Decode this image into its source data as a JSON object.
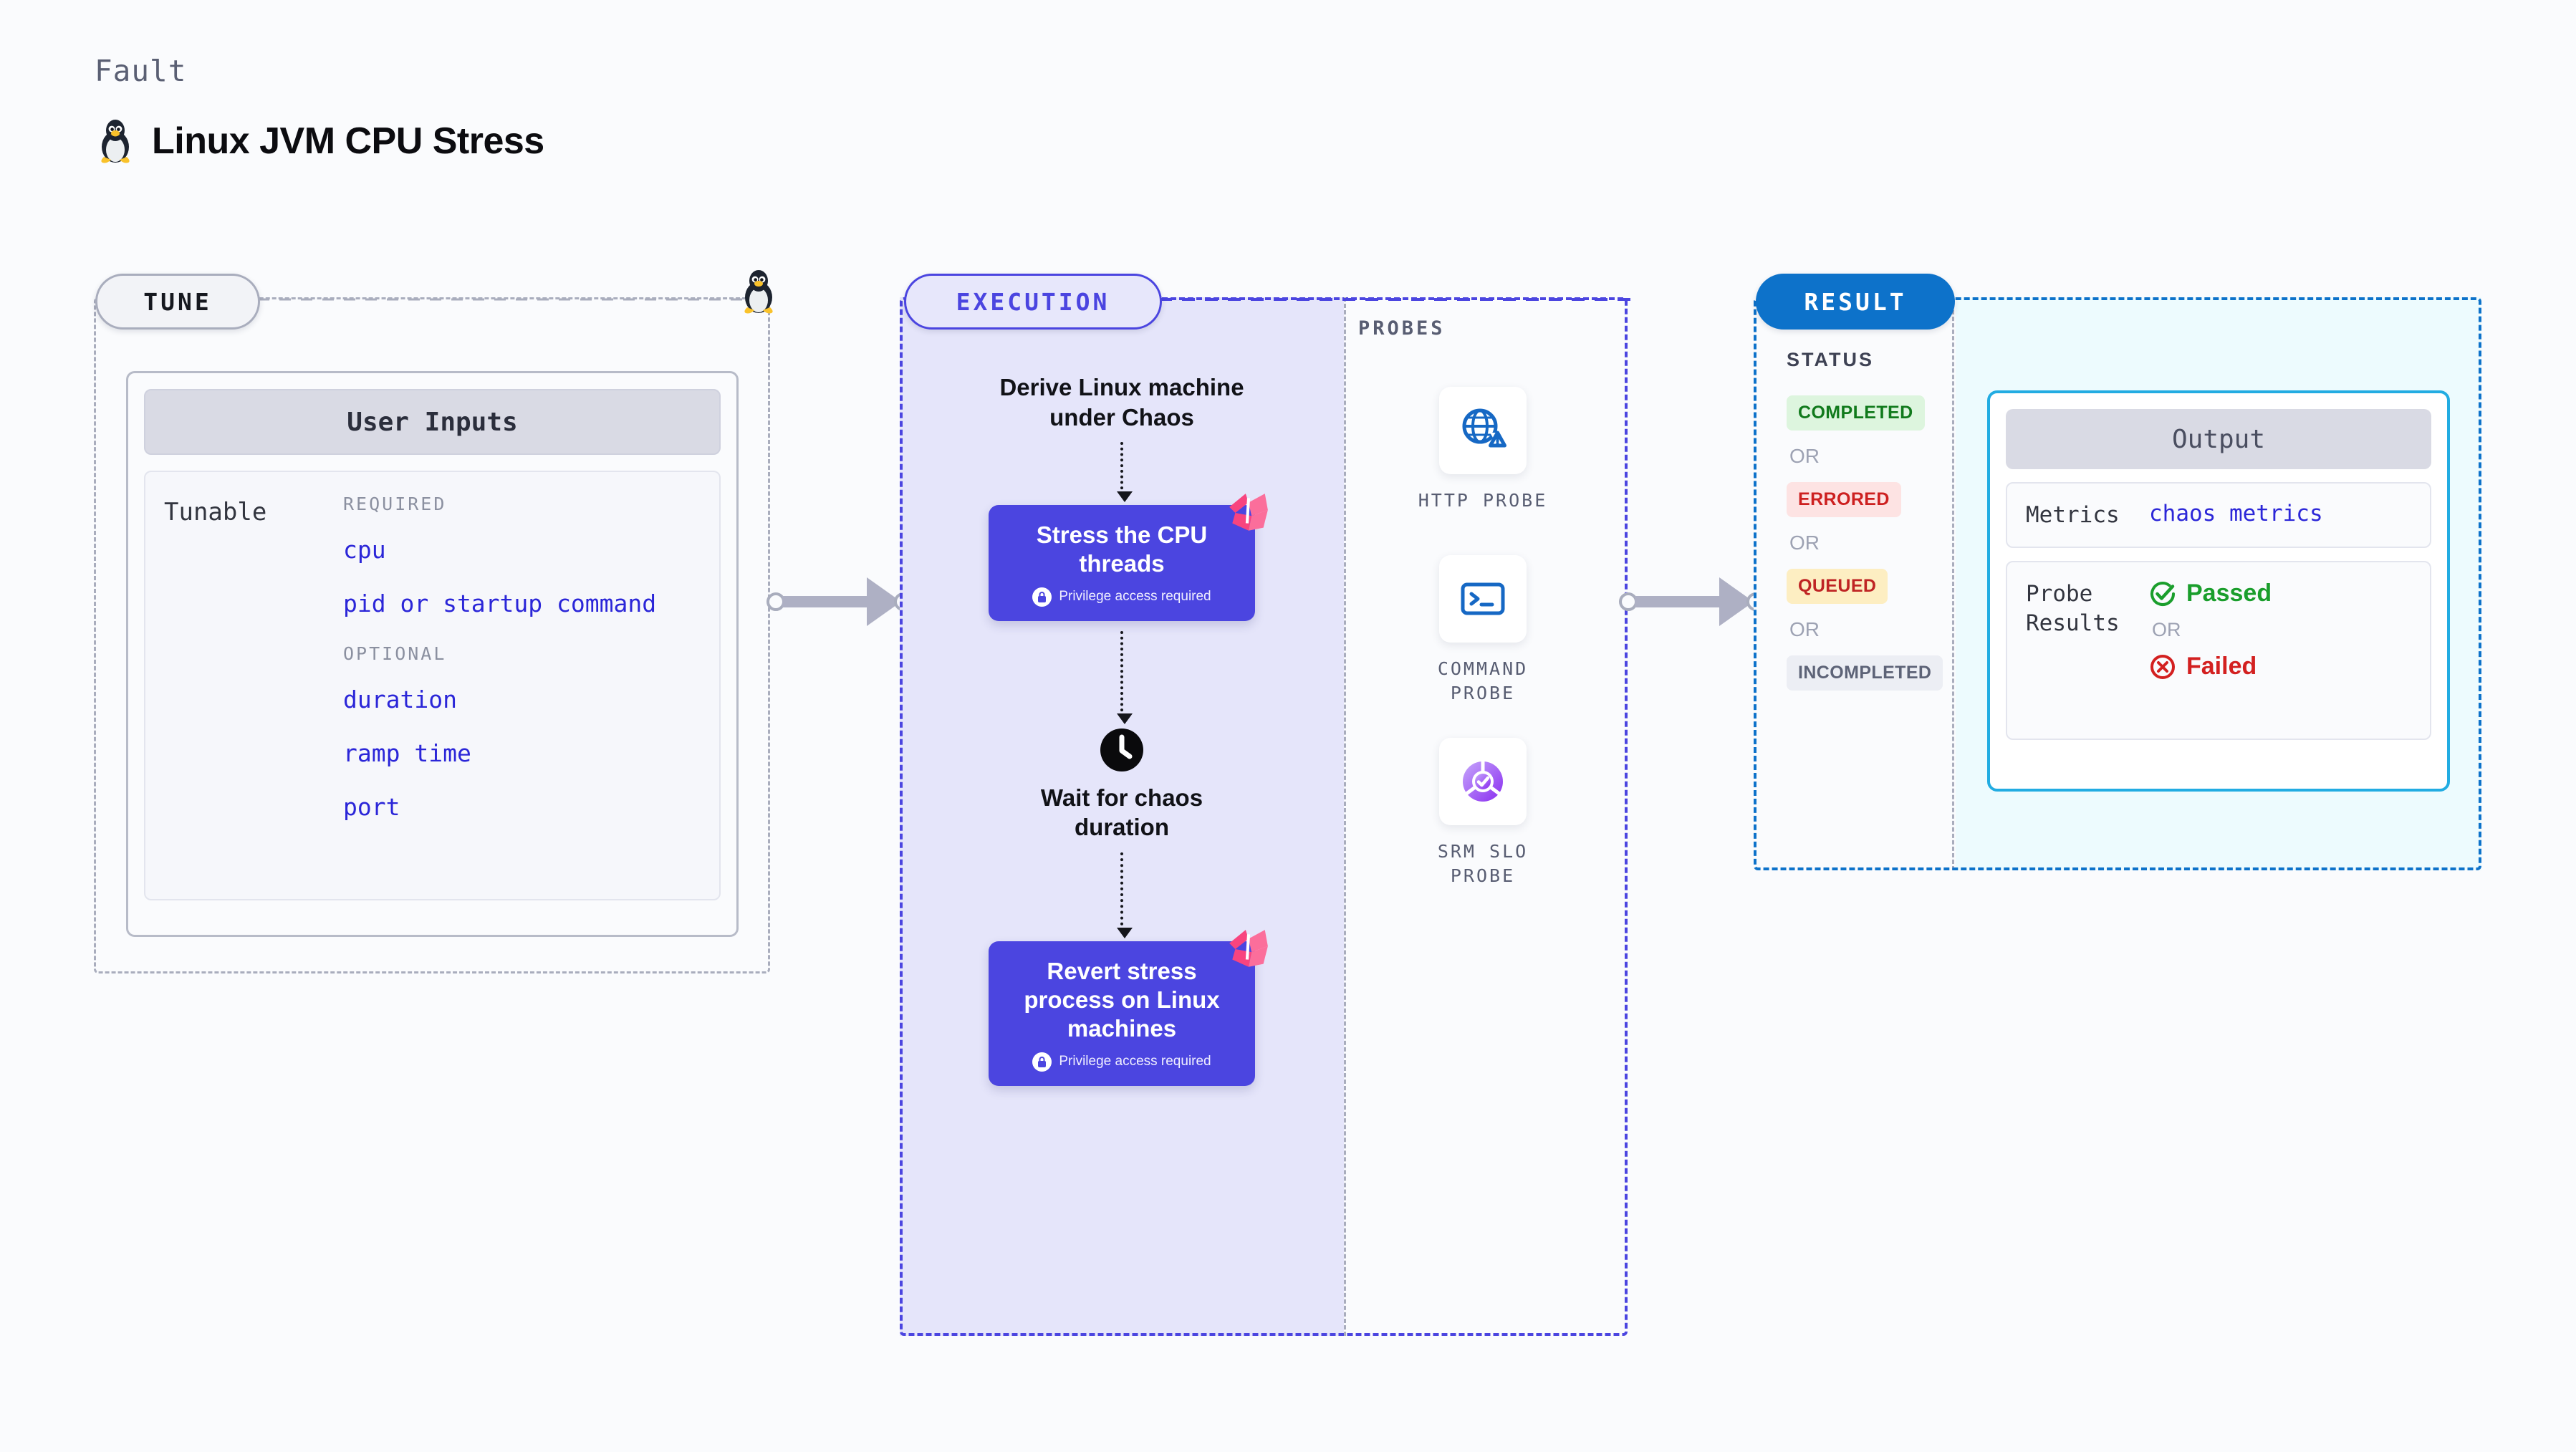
{
  "header": {
    "kicker": "Fault",
    "title": "Linux JVM CPU Stress",
    "icon": "linux-tux-icon"
  },
  "tune": {
    "badge": "TUNE",
    "card_title": "User Inputs",
    "row_label": "Tunable",
    "groups": [
      {
        "title": "REQUIRED",
        "items": [
          "cpu",
          "pid or startup command"
        ]
      },
      {
        "title": "OPTIONAL",
        "items": [
          "duration",
          "ramp time",
          "port"
        ]
      }
    ]
  },
  "execution": {
    "badge": "EXECUTION",
    "step_derive": "Derive Linux machine\nunder Chaos",
    "node_stress": {
      "title": "Stress the CPU\nthreads",
      "note": "Privilege access required",
      "note_icon": "lock-icon",
      "flag_icon": "harness-flag-icon"
    },
    "step_wait": {
      "icon": "clock-icon",
      "label": "Wait for chaos\nduration"
    },
    "node_revert": {
      "title": "Revert stress\nprocess on Linux\nmachines",
      "note": "Privilege access required",
      "note_icon": "lock-icon",
      "flag_icon": "harness-flag-icon"
    }
  },
  "probes": {
    "title": "PROBES",
    "items": [
      {
        "label": "HTTP  PROBE",
        "icon": "globe-warning-icon"
      },
      {
        "label": "COMMAND\nPROBE",
        "icon": "terminal-icon"
      },
      {
        "label": "SRM  SLO\nPROBE",
        "icon": "slo-donut-check-icon"
      }
    ]
  },
  "result": {
    "badge": "RESULT",
    "status_title": "STATUS",
    "or_label": "OR",
    "statuses": [
      {
        "label": "COMPLETED",
        "color": "#117a1c",
        "bg": "#ddf5de"
      },
      {
        "label": "ERRORED",
        "color": "#cd2020",
        "bg": "#fde3e3"
      },
      {
        "label": "QUEUED",
        "color": "#bf2424",
        "bg": "#fdeec2"
      },
      {
        "label": "INCOMPLETED",
        "color": "#5d6377",
        "bg": "#eceef4"
      }
    ],
    "output": {
      "title": "Output",
      "metrics_key": "Metrics",
      "metrics_value": "chaos metrics",
      "probe_key": "Probe\nResults",
      "passed": "Passed",
      "failed": "Failed",
      "or_label": "OR",
      "passed_icon": "check-circle-icon",
      "failed_icon": "x-circle-icon"
    }
  },
  "colors": {
    "accent_purple": "#4b45e0",
    "accent_blue": "#0d72ca",
    "accent_cyan": "#22ace2",
    "mono_blue": "#2b26d8",
    "flag_pink": "#f8447f"
  }
}
